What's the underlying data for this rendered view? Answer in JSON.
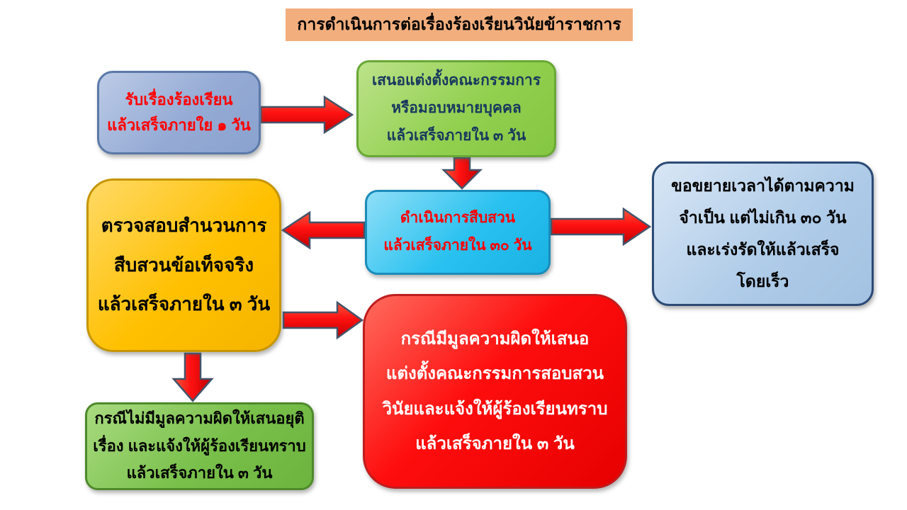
{
  "title": "การดำเนินการต่อเรื่องร้องเรียนวินัยข้าราชการ",
  "nodes": {
    "receive": {
      "lines": [
        "รับเรื่องร้องเรียน",
        "แล้วเสร็จภายใย ๑ วัน"
      ],
      "fill": "#95ABD5",
      "border": "#5B79A8",
      "text_color": "#FF0000"
    },
    "appoint": {
      "lines": [
        "เสนอแต่งตั้งคณะกรรมการ",
        "หรือมอบหมายบุคคล",
        "แล้วเสร็จภายใน ๓ วัน"
      ],
      "fill": "#92D050",
      "border": "#69A836",
      "text_color": "#17375E"
    },
    "investigate": {
      "lines": [
        "ดำเนินการสืบสวน",
        "แล้วเสร็จภายใน ๓๐ วัน"
      ],
      "fill": "#29C1F0",
      "border": "#1A8CBA",
      "text_color": "#FF0000"
    },
    "review": {
      "lines": [
        "ตรวจสอบสำนวนการ",
        "สืบสวนข้อเท็จจริง",
        "แล้วเสร็จภายใน ๓ วัน"
      ],
      "fill": "#FFC000",
      "border": "#C69500",
      "text_color": "#000000"
    },
    "extend": {
      "lines": [
        "ขอขยายเวลาได้ตามความ",
        "จำเป็น แต่ไม่เกิน ๓๐ วัน",
        "และเร่งรัดให้แล้วเสร็จ",
        "โดยเร็ว"
      ],
      "fill": "#AECBE8",
      "border": "#2B4A75",
      "text_color": "#000000"
    },
    "nofault": {
      "lines": [
        "กรณีไม่มีมูลความผิดให้เสนอยุติ",
        "เรื่อง และแจ้งให้ผู้ร้องเรียนทราบ",
        "แล้วเสร็จภายใน ๓ วัน"
      ],
      "fill": "#79C04B",
      "border": "#4E8A2B",
      "text_color": "#000000"
    },
    "fault": {
      "lines": [
        "กรณีมีมูลความผิดให้เสนอ",
        "แต่งตั้งคณะกรรมการสอบสวน",
        "วินัยและแจ้งให้ผู้ร้องเรียนทราบ",
        "แล้วเสร็จภายใน ๓ วัน"
      ],
      "fill": "#FE0D0D",
      "border": "#BF1D1D",
      "text_color": "#FFFFFF"
    }
  },
  "arrows": [
    {
      "from": "receive",
      "to": "appoint",
      "direction": "right"
    },
    {
      "from": "appoint",
      "to": "investigate",
      "direction": "down"
    },
    {
      "from": "investigate",
      "to": "review",
      "direction": "left"
    },
    {
      "from": "investigate",
      "to": "extend",
      "direction": "right"
    },
    {
      "from": "review",
      "to": "fault",
      "direction": "right"
    },
    {
      "from": "review",
      "to": "nofault",
      "direction": "down"
    }
  ],
  "colors": {
    "title_background": "#F2AE7D",
    "arrow_fill": "#FF1111",
    "arrow_outline": "#44546A",
    "page_background": "#FFFFFF"
  }
}
